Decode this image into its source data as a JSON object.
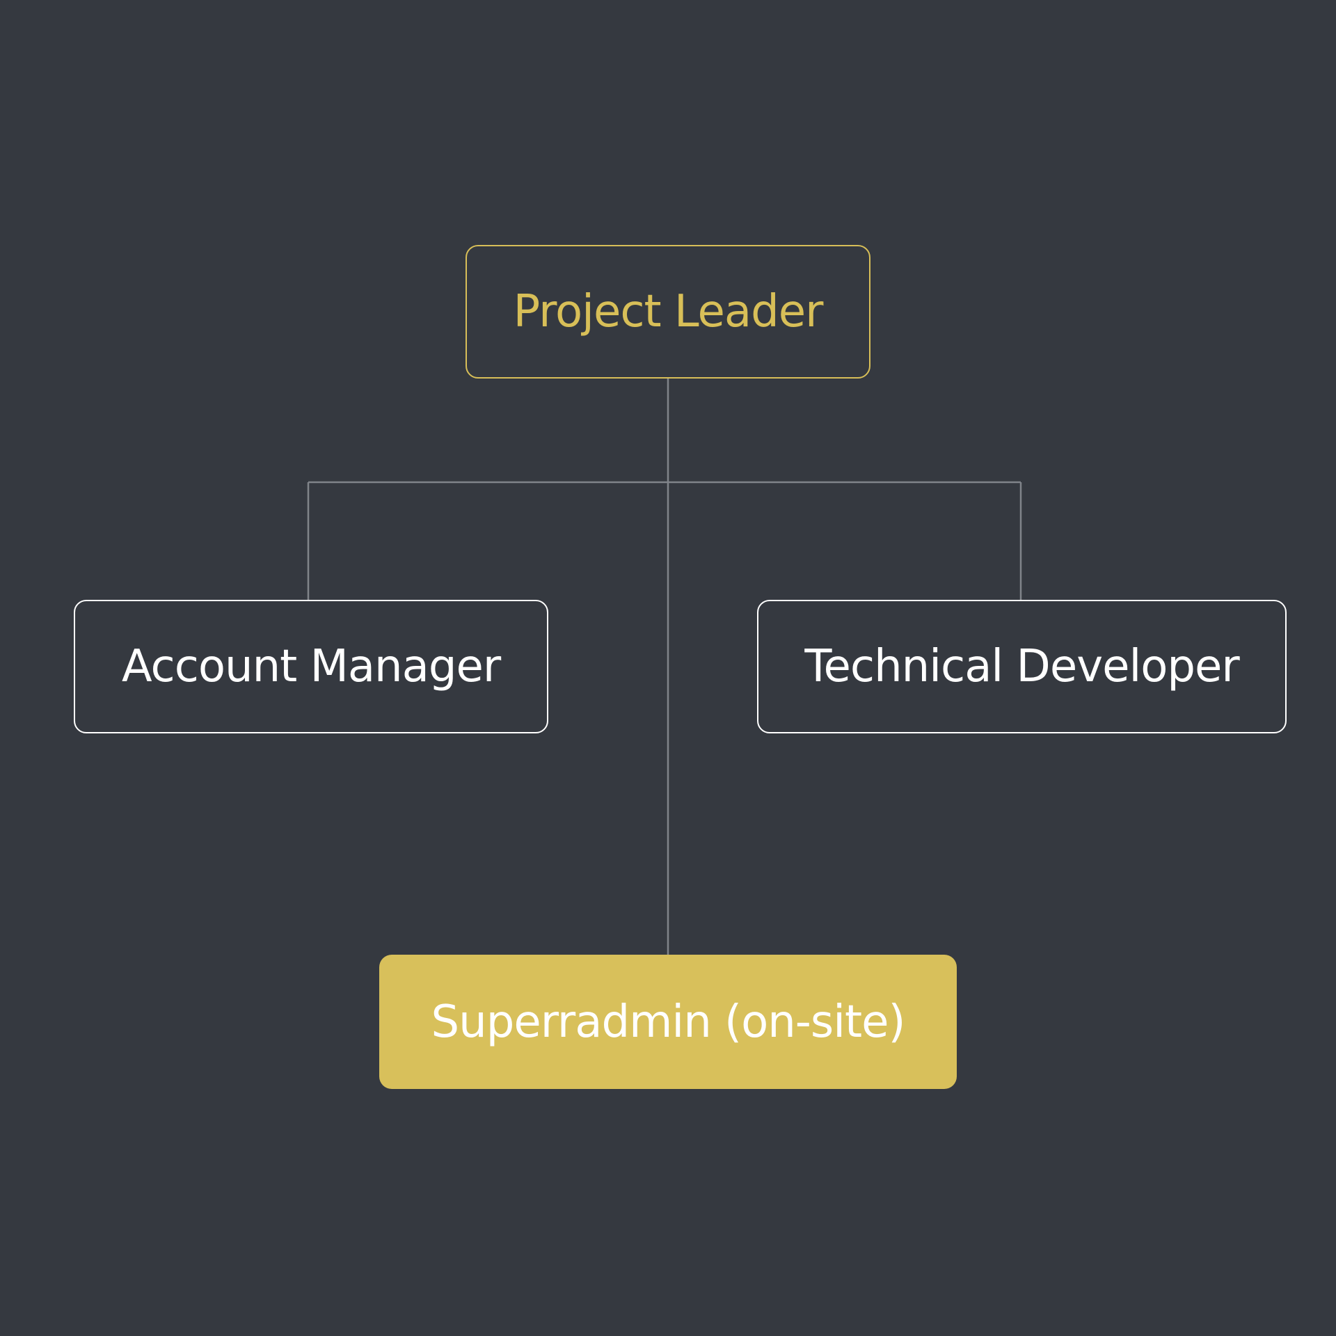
{
  "colors": {
    "background": "#353940",
    "accent": "#d8c05b",
    "connector": "#80848a",
    "node_border": "#ffffff"
  },
  "org_chart": {
    "root": {
      "label": "Project Leader"
    },
    "children": [
      {
        "label": "Account Manager"
      },
      {
        "label": "Technical Developer"
      }
    ],
    "bottom": {
      "label": "Superradmin (on-site)"
    }
  }
}
